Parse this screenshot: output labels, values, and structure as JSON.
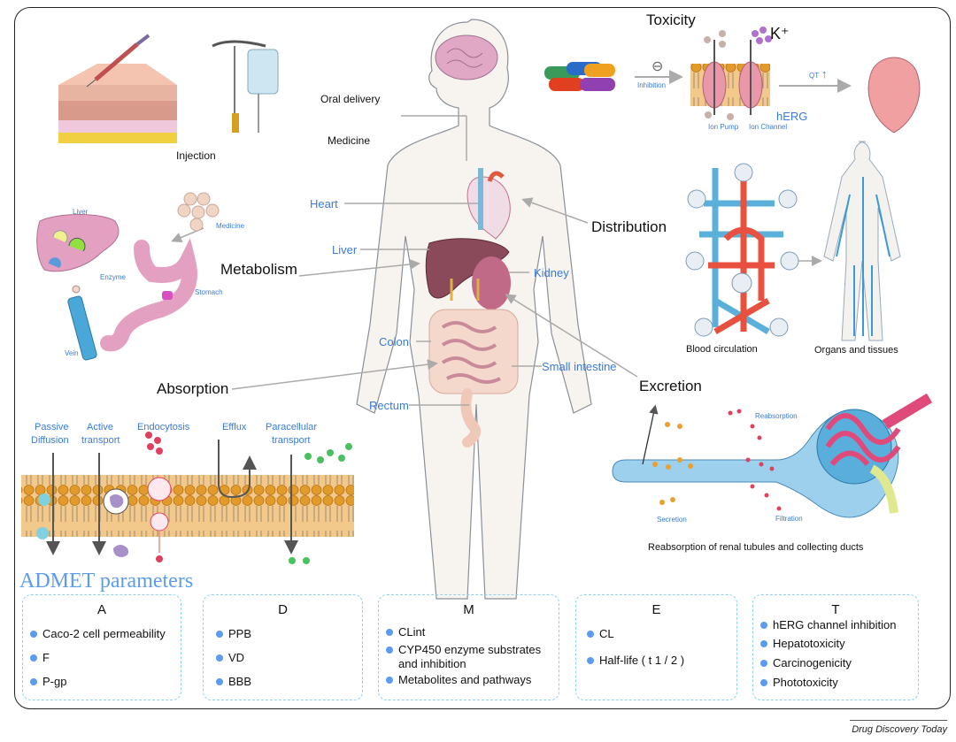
{
  "figure": {
    "credit": "Drug Discovery Today"
  },
  "routes": {
    "injection": "Injection",
    "oral_delivery": "Oral delivery",
    "oral_medicine": "Medicine"
  },
  "processes": {
    "absorption": "Absorption",
    "distribution": "Distribution",
    "metabolism": "Metabolism",
    "excretion": "Excretion",
    "toxicity": "Toxicity"
  },
  "body_organs": {
    "heart": "Heart",
    "liver": "Liver",
    "kidney": "Kidney",
    "colon": "Colon",
    "small_intestine": "Small intestine",
    "rectum": "Rectum"
  },
  "metabolism_panel": {
    "liver": "Liver",
    "medicine": "Medicine",
    "enzyme": "Enzyme",
    "stomach": "Stomach",
    "vein": "Vein"
  },
  "toxicity_panel": {
    "inhibition": "Inhibition",
    "inhibit_symbol": "⊖",
    "ion": "K⁺",
    "ion_pump": "Ion Pump",
    "ion_channel": "Ion Channel",
    "herg": "hERG",
    "qt": "QT",
    "qt_arrow": "↑"
  },
  "distribution_panel": {
    "blood_circulation": "Blood circulation",
    "organs_tissues": "Organs and tissues"
  },
  "absorption_panel": {
    "passive_diffusion_1": "Passive",
    "passive_diffusion_2": "Diffusion",
    "active_transport_1": "Active",
    "active_transport_2": "transport",
    "endocytosis": "Endocytosis",
    "efflux": "Efflux",
    "paracellular_1": "Paracellular",
    "paracellular_2": "transport"
  },
  "excretion_panel": {
    "reabsorption": "Reabsorption",
    "secretion": "Secretion",
    "filtration": "Filtration",
    "caption": "Reabsorption of renal tubules and collecting ducts"
  },
  "admet": {
    "title": "ADMET parameters",
    "cards": [
      {
        "letter": "A",
        "items": [
          "Caco-2 cell permeability",
          "F",
          "P-gp"
        ]
      },
      {
        "letter": "D",
        "items": [
          "PPB",
          "VD",
          "BBB"
        ]
      },
      {
        "letter": "M",
        "items": [
          "CLint",
          "CYP450 enzyme substrates and inhibition",
          "Metabolites and pathways"
        ]
      },
      {
        "letter": "E",
        "items": [
          "CL",
          "Half-life ( t 1 / 2 )"
        ]
      },
      {
        "letter": "T",
        "items": [
          "hERG channel inhibition",
          "Hepatotoxicity",
          "Carcinogenicity",
          "Phototoxicity"
        ]
      }
    ]
  },
  "colors": {
    "accent_blue": "#3a7bd5",
    "card_border": "#8fd0ee",
    "body_fill": "#f7f4ef",
    "organ_pink": "#e3a0b8",
    "membrane_head": "#e29a2a"
  }
}
